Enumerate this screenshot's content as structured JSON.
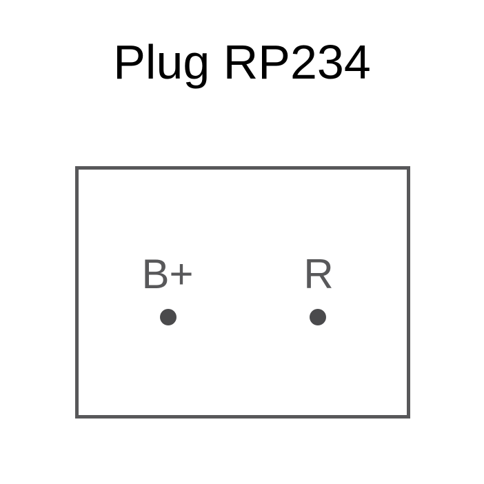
{
  "title": "Plug RP234",
  "pins": [
    {
      "label": "B+"
    },
    {
      "label": "R"
    }
  ],
  "colors": {
    "outline": "#58585a",
    "pin_dot": "#4a4a4c",
    "title_text": "#000000"
  }
}
